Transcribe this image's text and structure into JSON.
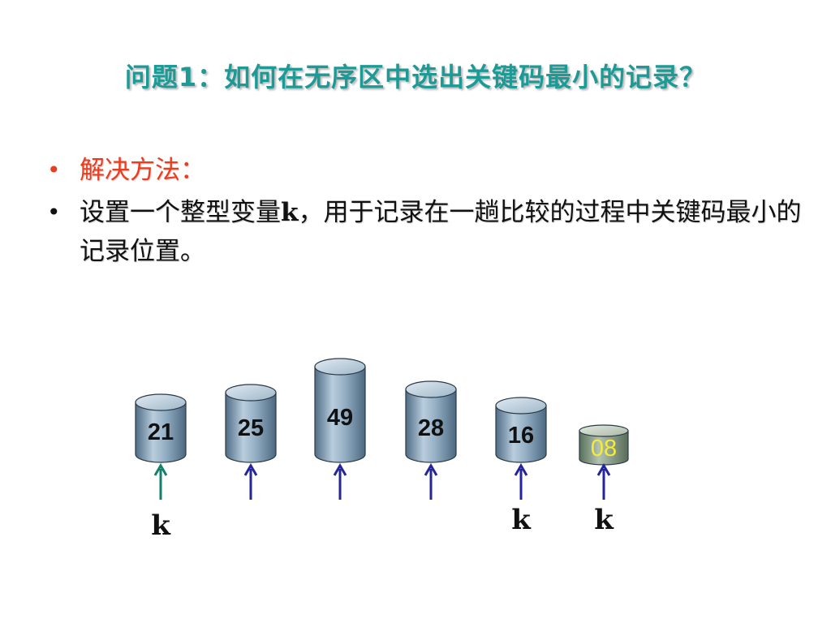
{
  "slide": {
    "title": "问题1：如何在无序区中选出关键码最小的记录？",
    "bullets": [
      {
        "text": "解决方法："
      },
      {
        "text_before": "设置一个整型变量",
        "var": "k",
        "text_after": "，用于记录在一趟比较的过程中关键码最小的记录位置。"
      }
    ]
  },
  "diagram": {
    "records": [
      {
        "value": "21",
        "highlight": false,
        "arrow_color": "#137f6c",
        "k_label": "k"
      },
      {
        "value": "25",
        "highlight": false,
        "arrow_color": "#25259a",
        "k_label": ""
      },
      {
        "value": "49",
        "highlight": false,
        "arrow_color": "#25259a",
        "k_label": ""
      },
      {
        "value": "28",
        "highlight": false,
        "arrow_color": "#25259a",
        "k_label": ""
      },
      {
        "value": "16",
        "highlight": false,
        "arrow_color": "#25259a",
        "k_label": "k"
      },
      {
        "value": "08",
        "highlight": true,
        "arrow_color": "#25259a",
        "k_label": "k"
      }
    ]
  },
  "colors": {
    "title": "#1b9a96",
    "bullet1": "#ee3b1c",
    "cylinder": "#7f9db3",
    "highlight_text": "#f4ec3a"
  }
}
